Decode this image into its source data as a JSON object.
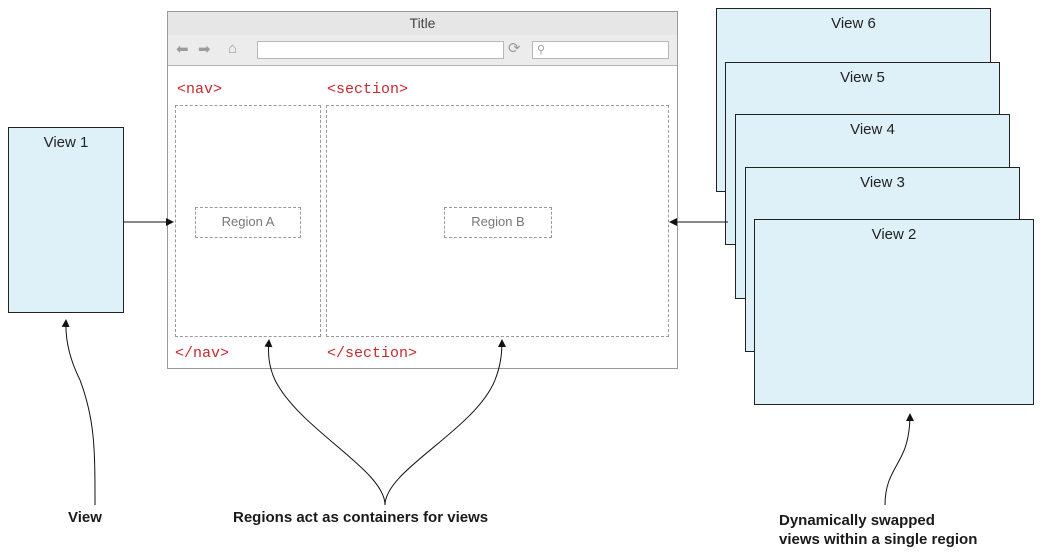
{
  "browser": {
    "title": "Title",
    "nav_open": "<nav>",
    "nav_close": "</nav>",
    "section_open": "<section>",
    "section_close": "</section>",
    "region_a": "Region A",
    "region_b": "Region B"
  },
  "views": {
    "view1": "View 1",
    "stack": [
      "View 6",
      "View 5",
      "View 4",
      "View 3",
      "View 2"
    ]
  },
  "captions": {
    "view": "View",
    "regions": "Regions act as containers for views",
    "swapped_line1": "Dynamically swapped",
    "swapped_line2": "views within a single region"
  },
  "colors": {
    "view_fill": "#dff1f8",
    "code_red": "#c8282d"
  }
}
